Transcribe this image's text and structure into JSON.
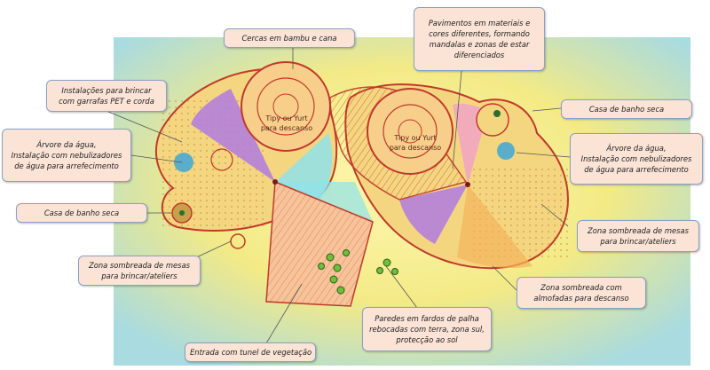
{
  "labels": {
    "fences": [
      "Cercas em bambu e cana"
    ],
    "pavements": [
      "Pavimentos em materiais e",
      "cores diferentes, formando",
      "mandalas e zonas de estar",
      "diferenciados"
    ],
    "play": [
      "Instalações para brincar",
      "com garrafas PET e corda"
    ],
    "dry_bath_right": [
      "Casa de banho seca"
    ],
    "water_tree_left": [
      "Árvore da água,",
      "Instalação com nebulizadores",
      "de água para arrefecimento"
    ],
    "water_tree_right": [
      "Árvore da água,",
      "Instalação com nebulizadores",
      "de água para arrefecimento"
    ],
    "dry_bath_left": [
      "Casa de banho seca"
    ],
    "shade_right": [
      "Zona sombreada  de mesas",
      "para brincar/ateliers"
    ],
    "shade_left": [
      "Zona sombreada  de mesas",
      "para brincar/ateliers"
    ],
    "cushions": [
      "Zona sombreada com",
      "almofadas para descanso"
    ],
    "walls": [
      "Paredes em fardos de palha",
      "rebocadas com terra, zona sul,",
      "protecção ao sol"
    ],
    "entrance": [
      "Entrada com tunel de vegetação"
    ]
  },
  "sketch_text": {
    "tipi_left": [
      "Tipy ou Yurt",
      "para descanso"
    ],
    "tipi_right": [
      "Tipy ou Yurt",
      "para descanso"
    ]
  },
  "colors": {
    "background_yellow": "#f6ef8c",
    "background_blue": "#9fd6e0",
    "outline_red": "#c0392b",
    "purple": "#b07be0",
    "cyan": "#8fe3ea",
    "orange": "#f2b35a",
    "label_fill": "#fbe3d6",
    "label_border": "#8aa0c8"
  }
}
